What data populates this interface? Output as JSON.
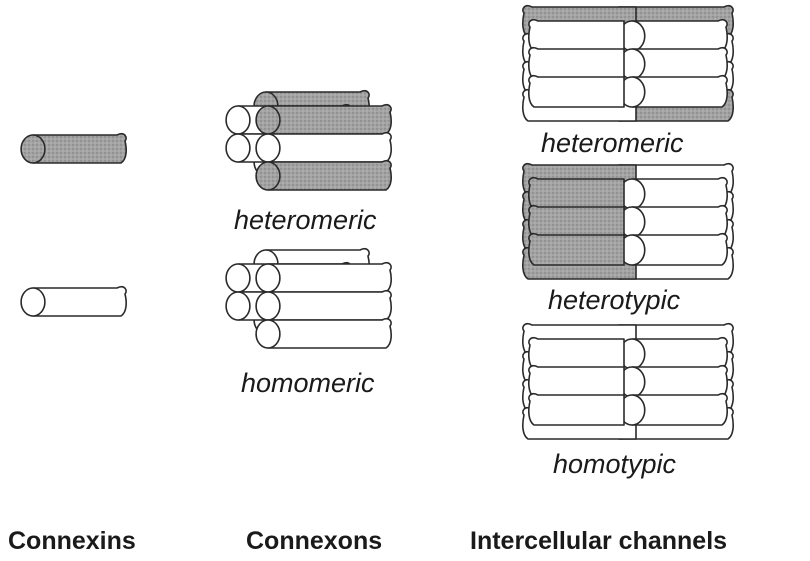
{
  "colors": {
    "background": "#ffffff",
    "outline": "#2a2a2a",
    "shaded": "#9a9a9a",
    "unshaded": "#ffffff"
  },
  "connexons": {
    "heteromeric_label": "heteromeric",
    "homomeric_label": "homomeric"
  },
  "channels": {
    "heteromeric_label": "heteromeric",
    "heterotypic_label": "heterotypic",
    "homotypic_label": "homotypic"
  },
  "columns": {
    "connexins": "Connexins",
    "connexons": "Connexons",
    "channels": "Intercellular channels"
  }
}
